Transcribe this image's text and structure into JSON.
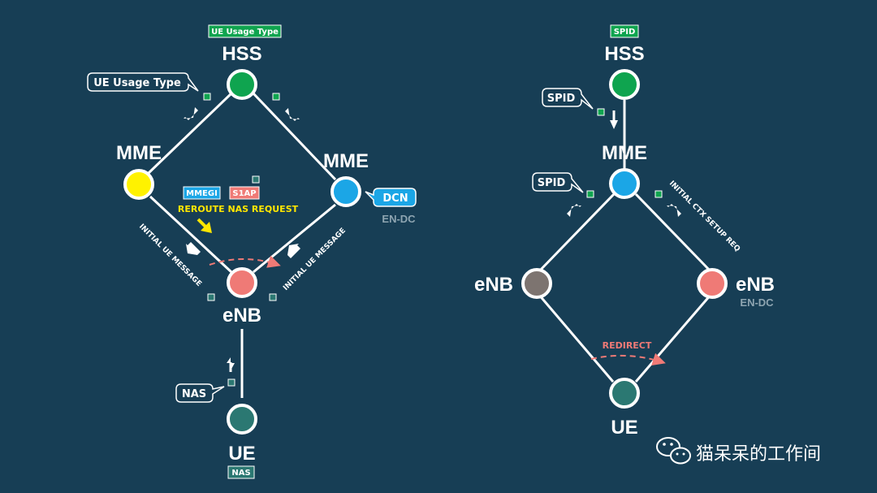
{
  "left": {
    "hss": {
      "title": "HSS",
      "tag": "UE Usage Type",
      "color": "#0fa44f"
    },
    "mme_left": {
      "title": "MME",
      "color": "#fff200"
    },
    "mme_right": {
      "title": "MME",
      "color": "#1ba6e6"
    },
    "enb": {
      "title": "eNB",
      "color": "#ef7a76"
    },
    "ue": {
      "title": "UE",
      "tag": "NAS",
      "color": "#2b7872"
    },
    "callout_ue_usage": "UE Usage Type",
    "callout_nas": "NAS",
    "dcn_badge": "DCN",
    "en_dc": "EN-DC",
    "tag_mmegi": "MMEGI",
    "tag_s1ap": "S1AP",
    "reroute": "REROUTE NAS REQUEST",
    "edge_initial_ue_left": "INITIAL UE MESSAGE",
    "edge_initial_ue_right": "INITIAL UE MESSAGE"
  },
  "right": {
    "hss": {
      "title": "HSS",
      "tag": "SPID",
      "color": "#0fa44f"
    },
    "mme": {
      "title": "MME",
      "color": "#1ba6e6"
    },
    "enb_left": {
      "title": "eNB",
      "color": "#7d7470"
    },
    "enb_right": {
      "title": "eNB",
      "color": "#ef7a76"
    },
    "ue": {
      "title": "UE",
      "color": "#2b7872"
    },
    "callout_spid_top": "SPID",
    "callout_spid_mid": "SPID",
    "en_dc": "EN-DC",
    "redirect": "REDIRECT",
    "edge_initial_ctx": "INITIAL CTX SETUP REQ"
  },
  "watermark": {
    "text": "猫呆呆的工作间",
    "icon": "wechat-icon"
  },
  "colors": {
    "background": "#173e55",
    "tag_green": "#0fa44f",
    "tag_blue": "#1ba6e6",
    "tag_red": "#ef7a76",
    "tag_teal": "#2b7872",
    "yellow": "#ffe600",
    "muted": "#8ea5b1"
  }
}
